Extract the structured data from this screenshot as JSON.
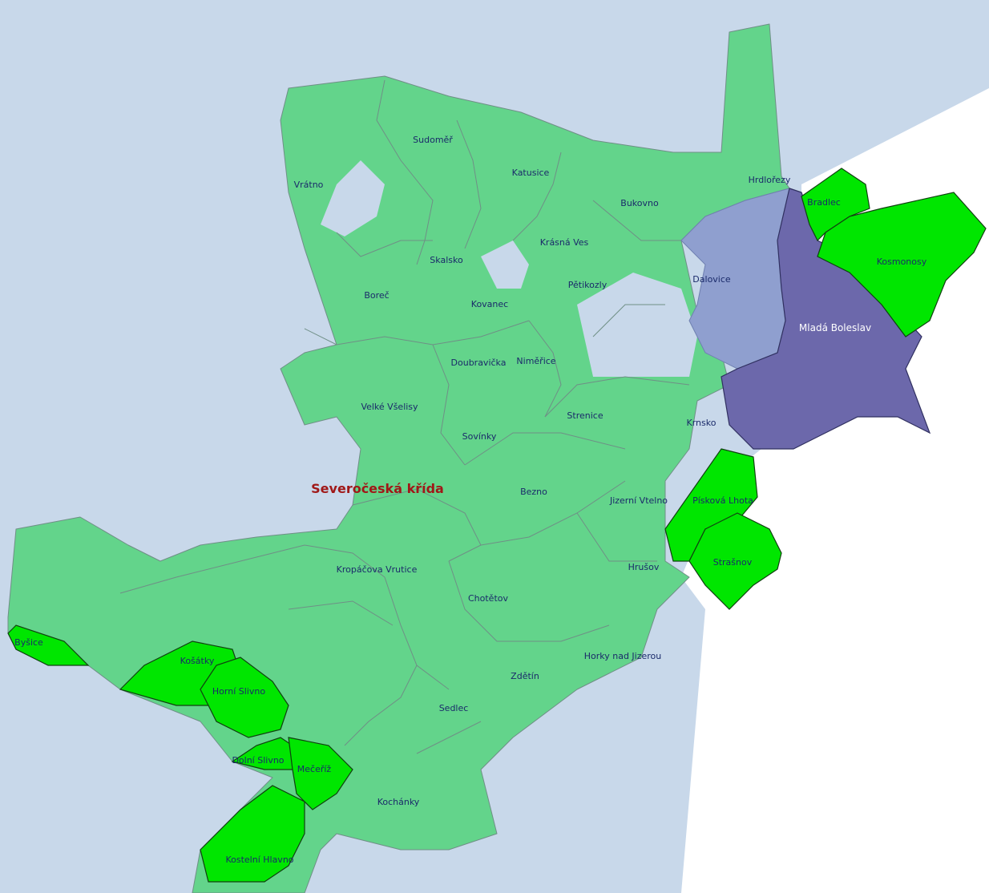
{
  "map": {
    "region_label": "Severočeská křída",
    "colors": {
      "background_water": "#c8d8ea",
      "outside": "#ffffff",
      "municipality": "#63d48b",
      "highlight_bright": "#00e600",
      "highlight_lavender": "#8f9fcf",
      "highlight_purple": "#6c68ab",
      "label": "#1a2a6a",
      "region_label": "#a01818"
    },
    "municipalities": [
      "Vrátno",
      "Sudoměř",
      "Katusice",
      "Bukovno",
      "Hrdlořezy",
      "Bradlec",
      "Kosmonosy",
      "Skalsko",
      "Krásná Ves",
      "Pětikozly",
      "Dalovice",
      "Mladá Boleslav",
      "Boreč",
      "Kovanec",
      "Doubravička",
      "Niměřice",
      "Velké Všelisy",
      "Strenice",
      "Krnsko",
      "Sovínky",
      "Bezno",
      "Jizerní Vtelno",
      "Písková Lhota",
      "Strašnov",
      "Kropáčova Vrutice",
      "Hrušov",
      "Chotětov",
      "Byšice",
      "Košátky",
      "Horní Slivno",
      "Zdětín",
      "Horky nad Jizerou",
      "Sedlec",
      "Dolní Slivno",
      "Mečeříž",
      "Kochánky",
      "Kostelní Hlavno"
    ]
  }
}
